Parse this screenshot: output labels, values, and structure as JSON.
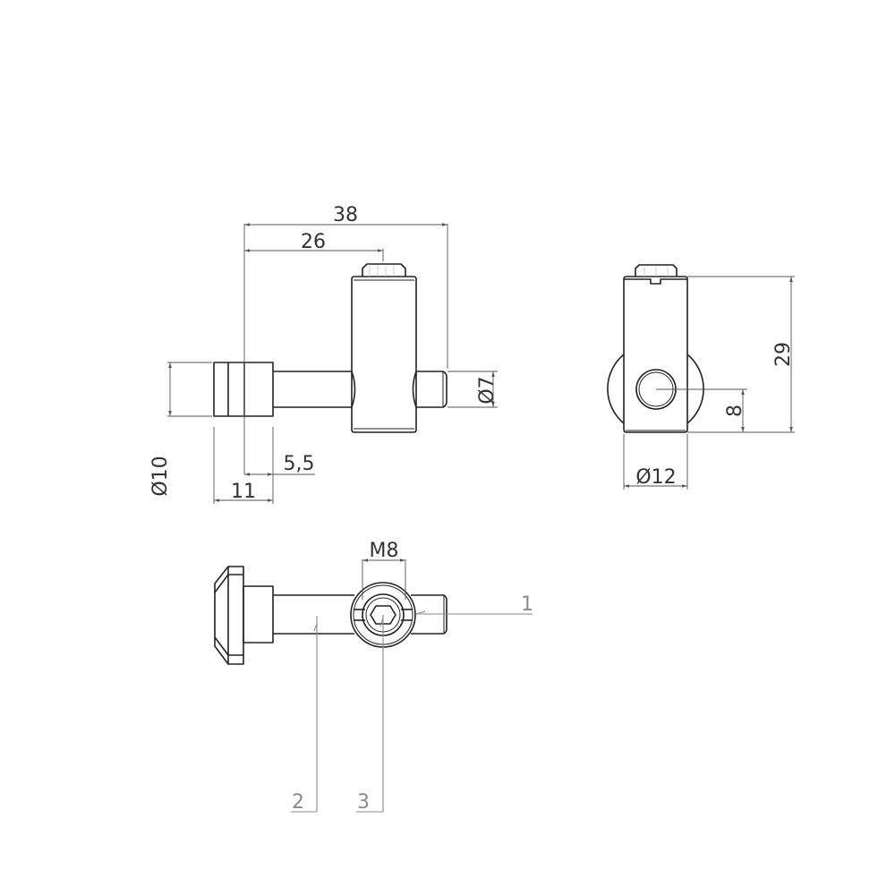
{
  "drawing": {
    "type": "technical drawing",
    "views": [
      "front",
      "side",
      "top"
    ]
  },
  "dimensions": {
    "overall_length": "38",
    "length_to_axis": "26",
    "pin_diameter": "Ø7",
    "head_diameter": "Ø10",
    "head_width": "11",
    "head_offset": "5,5",
    "height": "29",
    "hole_height": "8",
    "body_diameter": "Ø12",
    "thread": "M8"
  },
  "part_labels": {
    "item_1": "1",
    "item_2": "2",
    "item_3": "3"
  },
  "colors": {
    "outline": "#222222",
    "dimension": "#555555",
    "leader": "#8a8a8a",
    "background": "#ffffff"
  }
}
